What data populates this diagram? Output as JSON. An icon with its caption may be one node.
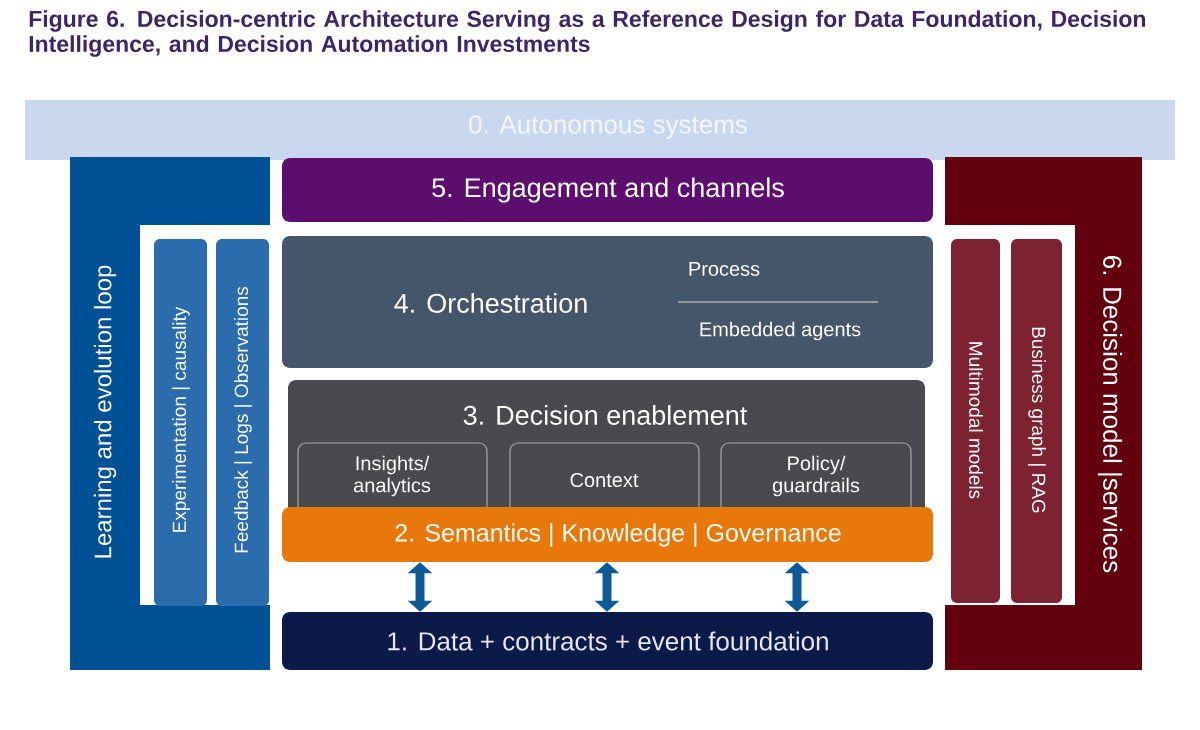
{
  "diagram": {
    "title": "Figure 6. Decision-centric Architecture Serving as a Reference Design for Data Foundation, Decision Intelligence, and Decision Automation Investments",
    "nodes": [
      {
        "text": [
          "0. Autonomous systems"
        ]
      },
      {
        "text": [
          "Learning and evolution loop"
        ]
      },
      {
        "text": [
          "Experimentation | causality"
        ],
        "in": 1
      },
      {
        "text": [
          "Feedback | Logs | Observations"
        ],
        "in": 1
      },
      {
        "text": [
          "5. Engagement and channels"
        ]
      },
      {
        "text": [
          "4. Orchestration",
          "Process",
          "Embedded agents"
        ]
      },
      {
        "text": [
          "3. Decision enablement"
        ]
      },
      {
        "text": [
          "Insights/ analytics"
        ],
        "in": 6
      },
      {
        "text": [
          "Context"
        ],
        "in": 6
      },
      {
        "text": [
          "Policy/ guardrails"
        ],
        "in": 6
      },
      {
        "text": [
          "2. Semantics | Knowledge | Governance"
        ]
      },
      {
        "text": [
          "1. Data + contracts + event foundation"
        ]
      },
      {
        "text": [
          "6. Decision model |services"
        ]
      },
      {
        "text": [
          "Multimodal models"
        ],
        "in": 12
      },
      {
        "text": [
          "Business graph | RAG"
        ],
        "in": 12
      }
    ],
    "edges": [
      {
        "from": 10,
        "to": 11,
        "arrow": "both"
      },
      {
        "from": 10,
        "to": 11,
        "arrow": "both"
      },
      {
        "from": 10,
        "to": 11,
        "arrow": "both"
      }
    ]
  }
}
